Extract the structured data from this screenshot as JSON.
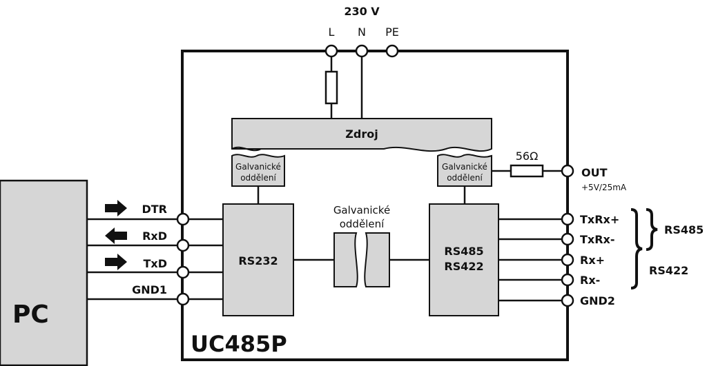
{
  "power": {
    "title": "230 V",
    "terminals": [
      "L",
      "N",
      "PE"
    ]
  },
  "device": {
    "name": "UC485P"
  },
  "blocks": {
    "supply": "Zdroj",
    "isolation_left": [
      "Galvanické",
      "oddělení"
    ],
    "isolation_right": [
      "Galvanické",
      "oddělení"
    ],
    "isolation_middle": [
      "Galvanické",
      "oddělení"
    ],
    "rs232": "RS232",
    "rs485_line1": "RS485",
    "rs485_line2": "RS422"
  },
  "pc": {
    "label": "PC",
    "signals": [
      {
        "name": "DTR",
        "arrow": "right"
      },
      {
        "name": "RxD",
        "arrow": "left"
      },
      {
        "name": "TxD",
        "arrow": "right"
      },
      {
        "name": "GND1",
        "arrow": "none"
      }
    ]
  },
  "output": {
    "resistor": "56Ω",
    "label": "OUT",
    "sublabel": "+5V/25mA"
  },
  "bus_terminals": [
    "TxRx+",
    "TxRx-",
    "Rx+",
    "Rx-",
    "GND2"
  ],
  "groups": {
    "rs485": "RS485",
    "rs422": "RS422"
  },
  "colors": {
    "block_fill": "#d6d6d6",
    "line": "#111111",
    "background": "#ffffff"
  }
}
